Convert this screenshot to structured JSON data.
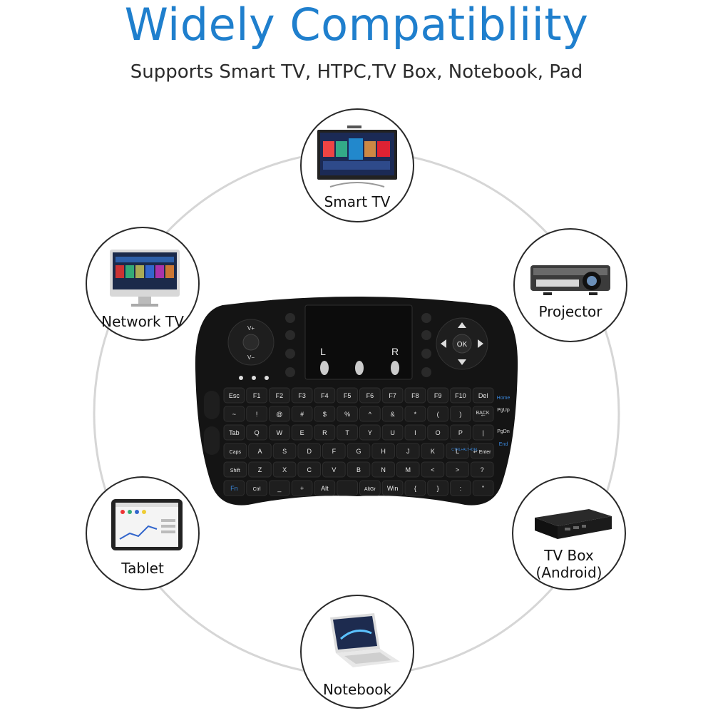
{
  "heading": {
    "title": "Widely Compatibliity",
    "subtitle": "Supports Smart TV, HTPC,TV Box, Notebook, Pad"
  },
  "devices": {
    "smart_tv": "Smart TV",
    "projector": "Projector",
    "network_tv": "Network TV",
    "tablet": "Tablet",
    "tv_box_line1": "TV Box",
    "tv_box_line2": "(Android)",
    "notebook": "Notebook"
  },
  "keyboard": {
    "touchpad_left": "L",
    "touchpad_right": "R",
    "dpad_center": "OK",
    "vol_up": "V+",
    "vol_down": "V−",
    "rows": [
      [
        "Esc",
        "F1",
        "F2",
        "F3",
        "F4",
        "F5",
        "F6",
        "F7",
        "F8",
        "F9",
        "F10",
        "Del"
      ],
      [
        "~",
        "!",
        "@",
        "#",
        "$",
        "%",
        "^",
        "&",
        "*",
        "(",
        ")",
        "←"
      ],
      [
        "Tab",
        "Q",
        "W",
        "E",
        "R",
        "T",
        "Y",
        "U",
        "I",
        "O",
        "P",
        "|"
      ],
      [
        "Caps",
        "A",
        "S",
        "D",
        "F",
        "G",
        "H",
        "J",
        "K",
        "L",
        "↵ Enter"
      ],
      [
        "Shift",
        "Z",
        "X",
        "C",
        "V",
        "B",
        "N",
        "M",
        "<",
        ">",
        "?"
      ],
      [
        "Fn",
        "Ctrl",
        "_",
        "+",
        "Alt",
        "",
        "AltGr",
        "Win",
        "{",
        "}",
        ":",
        " \""
      ]
    ],
    "side_keys": [
      "Home",
      "PgUp",
      "PgDn",
      "End"
    ],
    "back_key": "BACK",
    "ctrl_alt_del": "CTRL+ALT+DEL"
  },
  "colors": {
    "title": "#1f7fcd",
    "keyboard_body": "#141414",
    "key": "#1e1e1e",
    "key_text": "#e8e8e8",
    "blue_legend": "#3a86d9"
  }
}
